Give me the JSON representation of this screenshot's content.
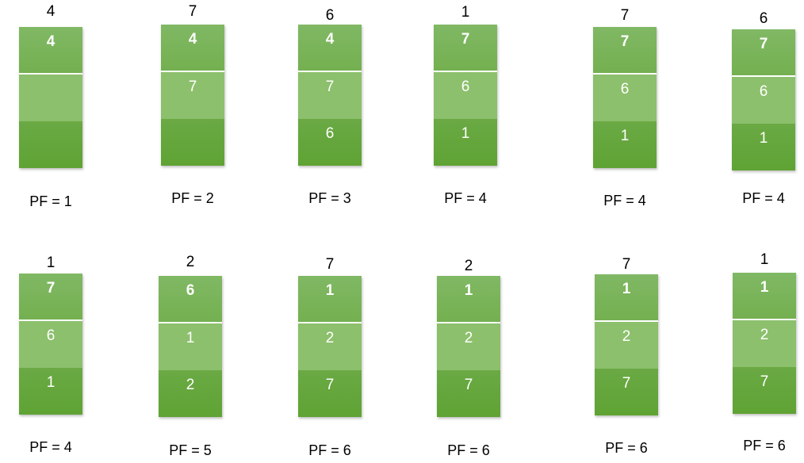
{
  "steps": [
    {
      "ref": "4",
      "frames": [
        "4",
        "",
        ""
      ],
      "pf": "PF = 1"
    },
    {
      "ref": "7",
      "frames": [
        "4",
        "7",
        ""
      ],
      "pf": "PF = 2"
    },
    {
      "ref": "6",
      "frames": [
        "4",
        "7",
        "6"
      ],
      "pf": "PF = 3"
    },
    {
      "ref": "1",
      "frames": [
        "7",
        "6",
        "1"
      ],
      "pf": "PF = 4"
    },
    {
      "ref": "7",
      "frames": [
        "7",
        "6",
        "1"
      ],
      "pf": "PF = 4"
    },
    {
      "ref": "6",
      "frames": [
        "7",
        "6",
        "1"
      ],
      "pf": "PF = 4"
    },
    {
      "ref": "1",
      "frames": [
        "7",
        "6",
        "1"
      ],
      "pf": "PF = 4"
    },
    {
      "ref": "2",
      "frames": [
        "6",
        "1",
        "2"
      ],
      "pf": "PF = 5"
    },
    {
      "ref": "7",
      "frames": [
        "1",
        "2",
        "7"
      ],
      "pf": "PF = 6"
    },
    {
      "ref": "2",
      "frames": [
        "1",
        "2",
        "7"
      ],
      "pf": "PF = 6"
    },
    {
      "ref": "7",
      "frames": [
        "1",
        "2",
        "7"
      ],
      "pf": "PF = 6"
    },
    {
      "ref": "1",
      "frames": [
        "1",
        "2",
        "7"
      ],
      "pf": "PF = 6"
    }
  ],
  "colors": {
    "frame_top": "#7cb55c",
    "frame_middle": "#8cc06c",
    "frame_bottom": "#64a63a"
  }
}
